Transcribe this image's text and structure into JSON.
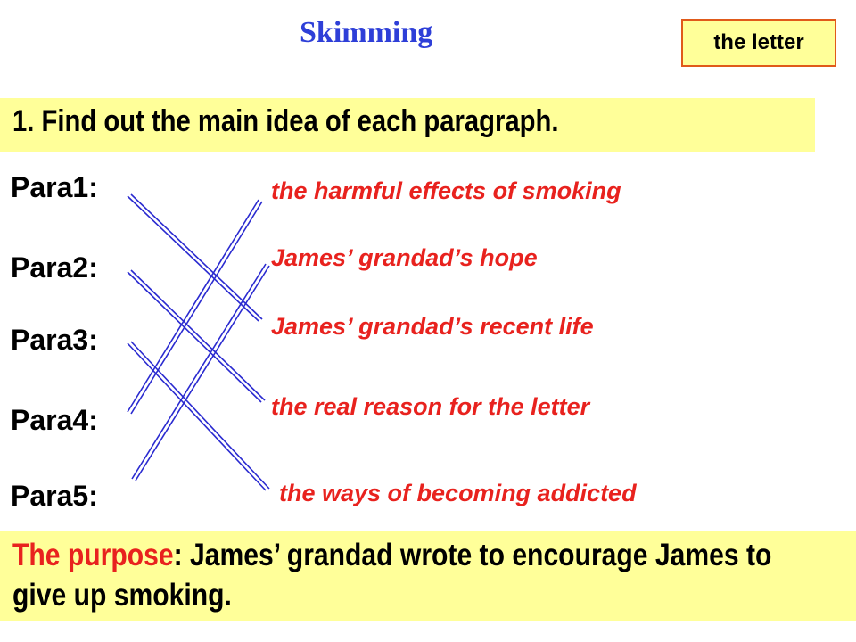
{
  "title": "Skimming",
  "tag": "the letter",
  "task": "1. Find out the main idea of each paragraph.",
  "paras": [
    "Para1:",
    "Para2:",
    "Para3:",
    "Para4:",
    "Para5:"
  ],
  "ideas": [
    "the harmful effects of smoking",
    "James’ grandad’s hope",
    "James’ grandad’s recent life",
    "the real reason for the letter",
    "the ways of becoming addicted"
  ],
  "matches": [
    {
      "para": "Para1:",
      "idea": "James’ grandad’s recent life"
    },
    {
      "para": "Para2:",
      "idea": "the real reason for the letter"
    },
    {
      "para": "Para3:",
      "idea": "the ways of becoming addicted"
    },
    {
      "para": "Para4:",
      "idea": "the harmful effects of smoking"
    },
    {
      "para": "Para5:",
      "idea": "James’ grandad’s hope"
    }
  ],
  "purpose": {
    "label": "The purpose",
    "text": ": James’ grandad wrote to encourage James to give up smoking."
  },
  "colors": {
    "title": "#2E3FD8",
    "highlight": "#FFFF99",
    "idea_text": "#E8221E",
    "tag_border": "#E05A1A",
    "connector": "#2A2AD0"
  }
}
